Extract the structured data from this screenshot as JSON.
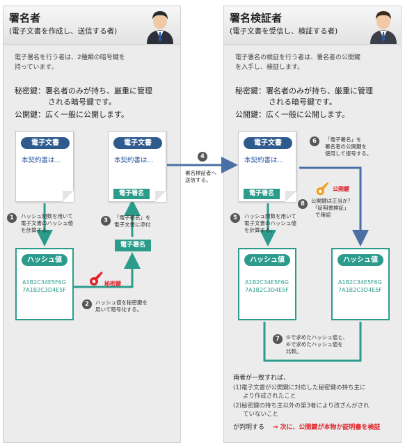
{
  "signer": {
    "role": "署名者",
    "role_sub": "(電子文書を作成し、送信する者)",
    "intro": [
      "電子署名を行う者は、2種類の暗号鍵を",
      "持っています。"
    ],
    "private_key": [
      "秘密鍵：署名者のみが持ち、厳重に管理",
      "される暗号鍵です。"
    ],
    "public_key": "公開鍵：広く一般に公開します。",
    "doc1": {
      "title": "電子文書",
      "body": "本契約書は..."
    },
    "doc2": {
      "title": "電子文書",
      "body": "本契約書は...",
      "sig": "電子署名"
    },
    "sig_label": "電子署名",
    "hash": {
      "title": "ハッシュ値",
      "values": [
        "A1B2C34E5F6G",
        "7A1B2C3D4E5F"
      ]
    },
    "key_label": "秘密鍵",
    "step1": {
      "num": "1",
      "text": [
        "ハッシュ関数を用いて",
        "電子文書のハッシュ値",
        "を計算する。"
      ]
    },
    "step2": {
      "num": "2",
      "text": [
        "ハッシュ値を秘密鍵を",
        "用いて暗号化する。"
      ]
    },
    "step3": {
      "num": "3",
      "text": [
        "「電子署名」を",
        "電子文書に添付"
      ]
    }
  },
  "transfer": {
    "num": "4",
    "text": [
      "署名検証者へ",
      "送信する。"
    ]
  },
  "verifier": {
    "role": "署名検証者",
    "role_sub": "(電子文書を受信し、検証する者)",
    "intro": [
      "電子署名の検証を行う者は、署名者の公開鍵",
      "を入手し、検証します。"
    ],
    "private_key": [
      "秘密鍵：署名者のみが持ち、厳重に管理",
      "される暗号鍵です。"
    ],
    "public_key": "公開鍵：広く一般に公開します。",
    "doc": {
      "title": "電子文書",
      "body": "本契約書は...",
      "sig": "電子署名"
    },
    "step5": {
      "num": "5",
      "text": [
        "ハッシュ関数を用いて",
        "電子文書のハッシュ値",
        "を計算する。"
      ]
    },
    "step6": {
      "num": "6",
      "text": [
        "「電子署名」を",
        "署名者の公開鍵を",
        "使用して復号する。"
      ]
    },
    "key_label": "公開鍵",
    "step8": {
      "num": "8",
      "text": [
        "公開鍵は正当か？",
        "「証明書検証」",
        "で確認"
      ]
    },
    "hash_left": {
      "title": "ハッシュ値",
      "values": [
        "A1B2C34E5F6G",
        "7A1B2C3D4E5F"
      ]
    },
    "hash_right": {
      "title": "ハッシュ値",
      "values": [
        "A1B2C34E5F6G",
        "7A1B2C3D4E5F"
      ]
    },
    "step7": {
      "num": "7",
      "text": [
        "⑤で求めたハッシュ値と、",
        "⑥で求めたハッシュ値を",
        "比較。"
      ]
    },
    "conclusion": {
      "lead": "両者が一致すれば、",
      "item1": [
        "(1)電子文書が公開鍵に対応した秘密鍵の持ち主に",
        "より作成されたこと"
      ],
      "item2": [
        "(2)秘密鍵の持ち主以外の第3者により改ざんがされ",
        "ていないこと"
      ],
      "result": "が判明する",
      "next": "→ 次に、公開鍵が本物か証明書を検証"
    }
  },
  "colors": {
    "navy": "#2e5a8e",
    "teal": "#2b9c8c",
    "key_red": "#e0242b",
    "key_orange": "#f0a020",
    "arrow_blue": "#4a6fa5"
  }
}
